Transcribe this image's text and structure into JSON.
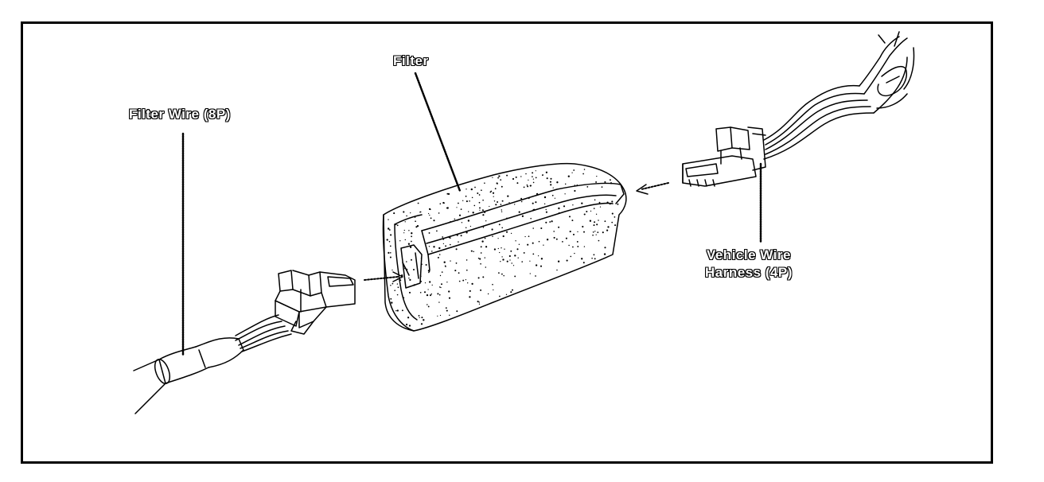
{
  "labels": {
    "filter_wire": "Filter Wire (8P)",
    "filter": "Filter",
    "vehicle_line1": "Vehicle Wire",
    "vehicle_line2": "Harness (4P)"
  },
  "colors": {
    "ink": "#000000",
    "background": "#ffffff",
    "label_fill": "#ffffff"
  }
}
